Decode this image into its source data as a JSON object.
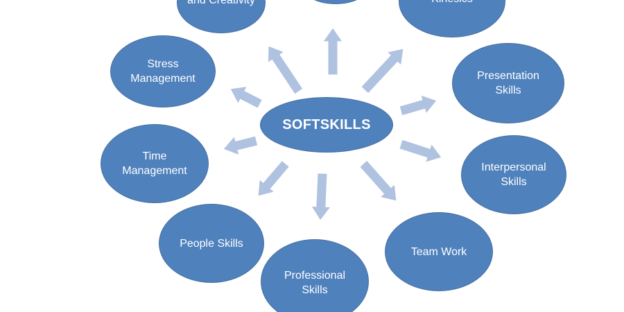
{
  "diagram": {
    "center": {
      "label": "SOFTSKILLS"
    },
    "nodes": [
      {
        "id": "creativity",
        "label": "and Creativity"
      },
      {
        "id": "top",
        "label": ""
      },
      {
        "id": "kinesics",
        "label": "Kinesics"
      },
      {
        "id": "stress",
        "label": "Stress\nManagement"
      },
      {
        "id": "presentation",
        "label": "Presentation\nSkills"
      },
      {
        "id": "time",
        "label": "Time\nManagement"
      },
      {
        "id": "interpersonal",
        "label": "Interpersonal\nSkills"
      },
      {
        "id": "people",
        "label": "People Skills"
      },
      {
        "id": "teamwork",
        "label": "Team Work"
      },
      {
        "id": "professional",
        "label": "Professional\nSkills"
      }
    ]
  },
  "colors": {
    "node_fill": "#4F81BD",
    "node_text": "#FFFFFF",
    "arrow_fill": "#AFC2E0",
    "background": "#FFFFFF"
  }
}
